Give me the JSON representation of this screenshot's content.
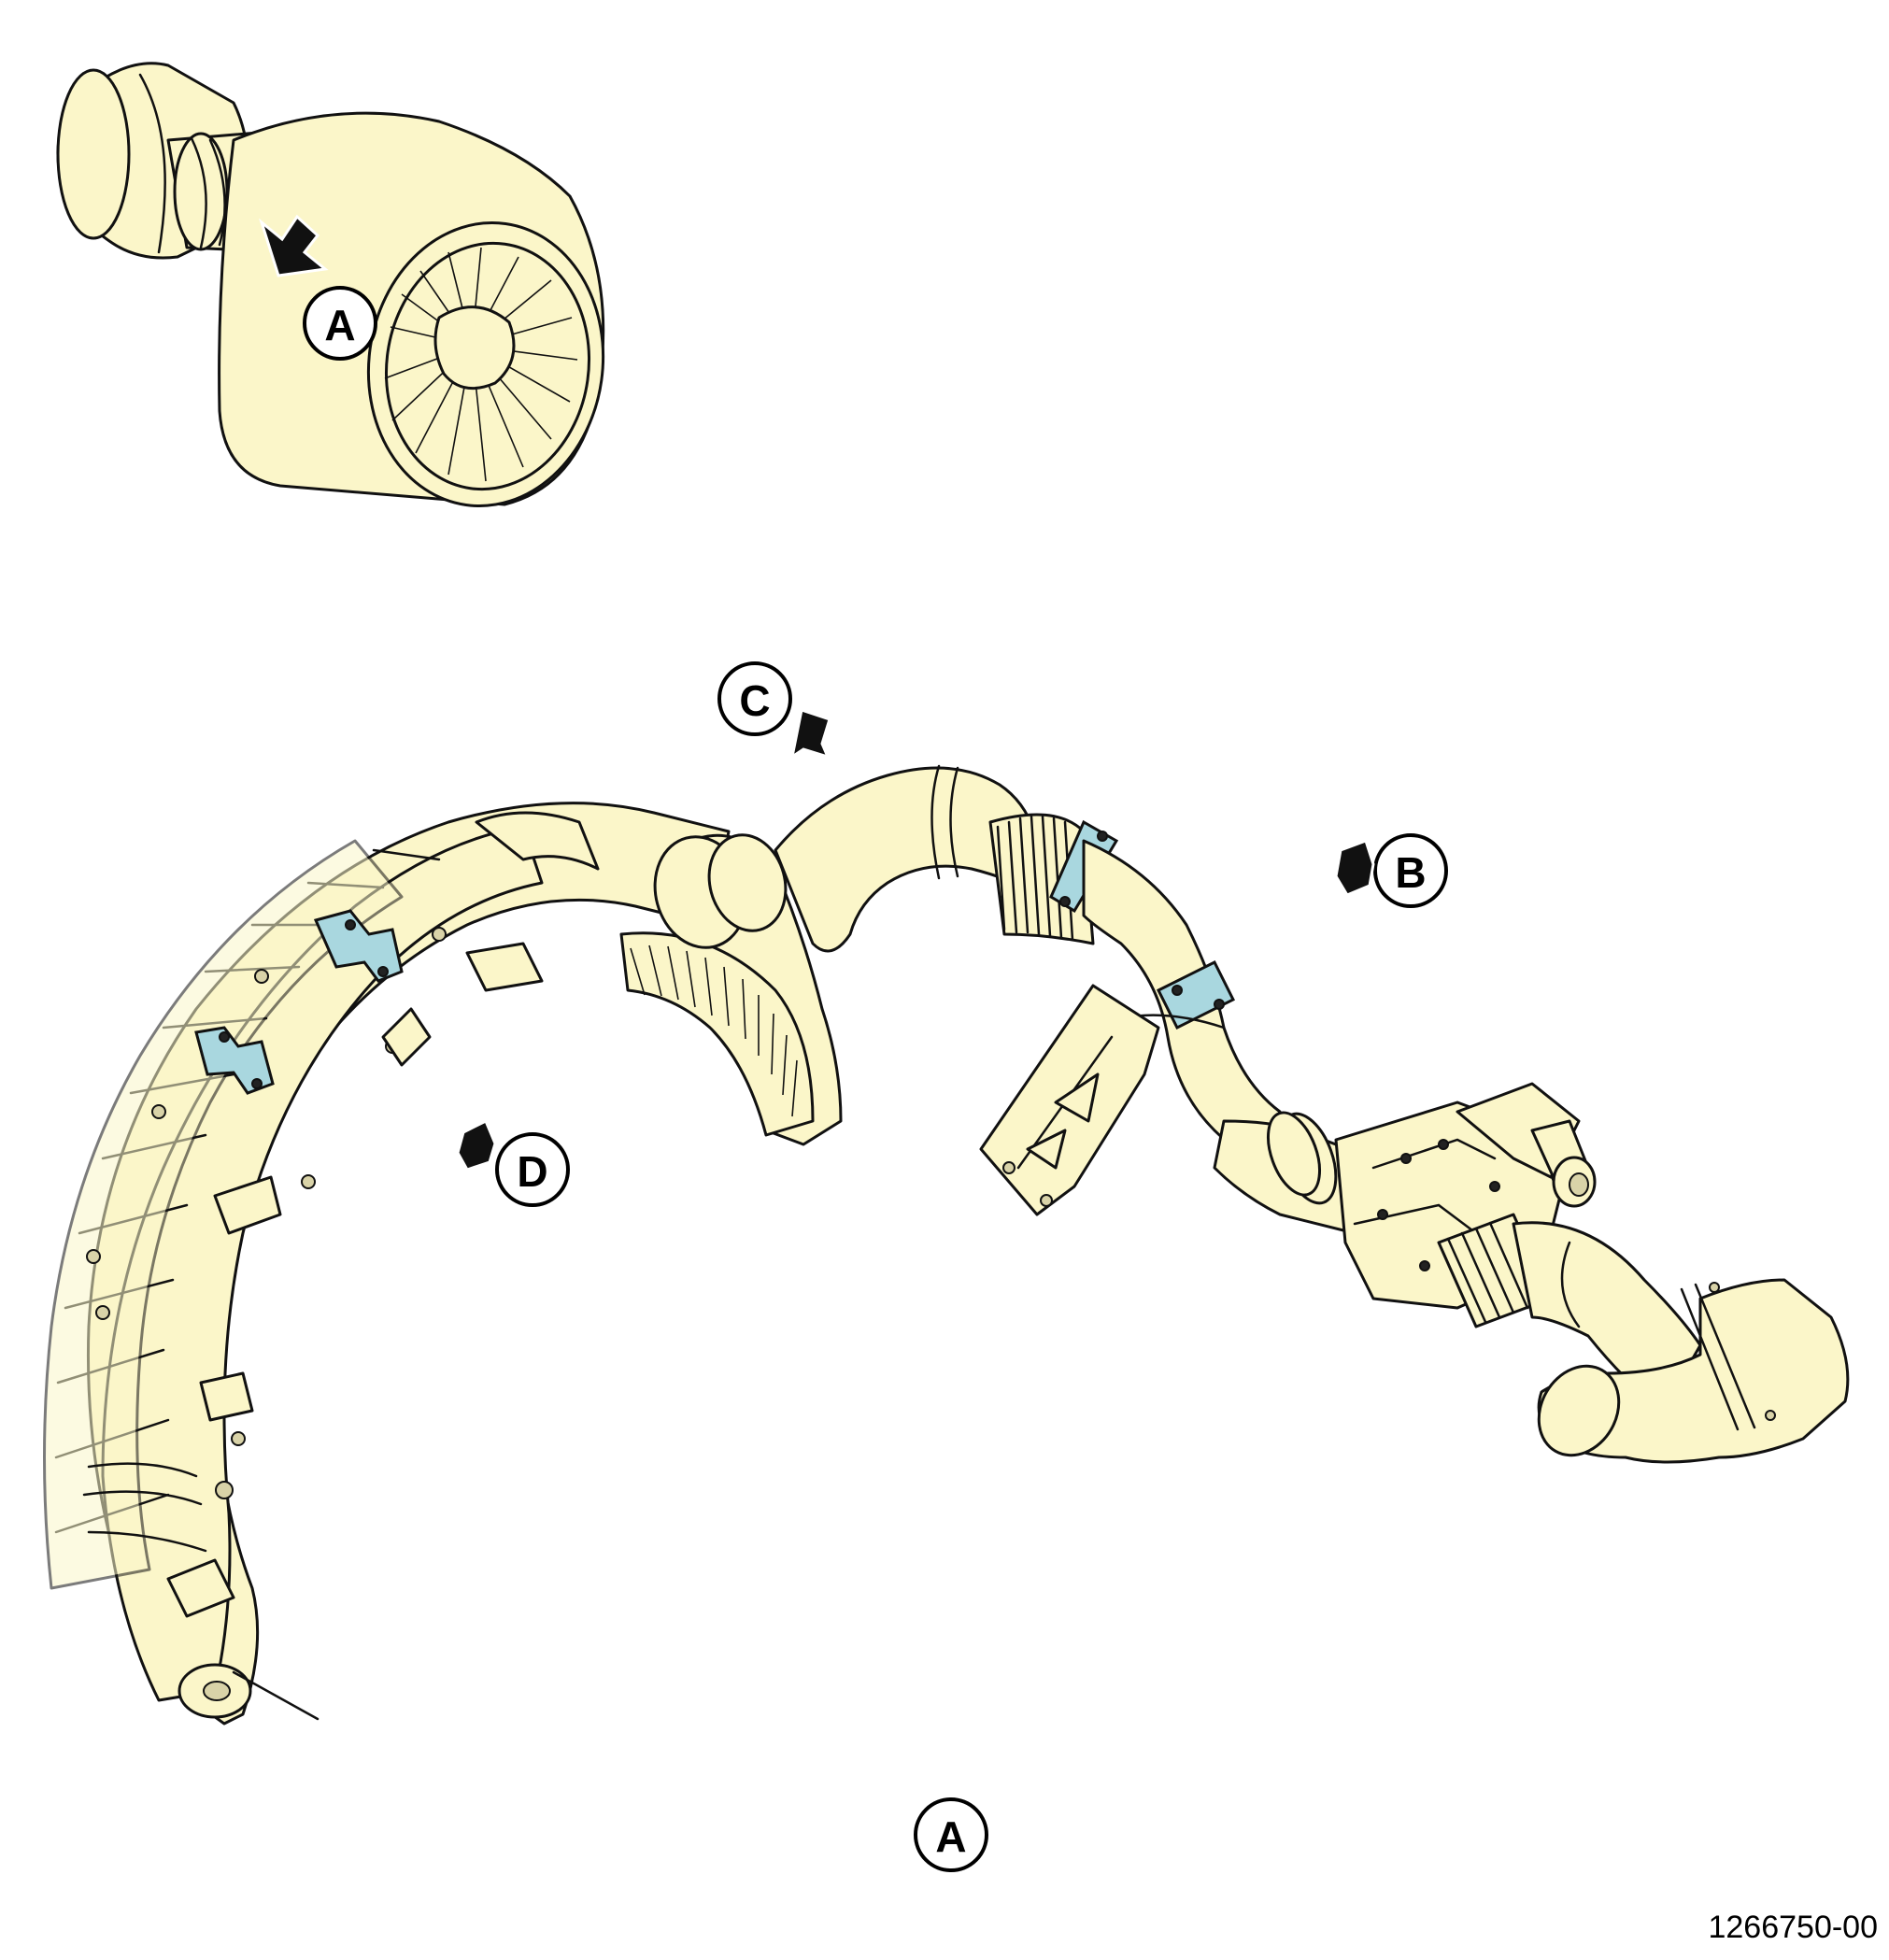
{
  "colors": {
    "part_fill": "#fbf6c9",
    "line": "#111111",
    "bracket_blue": "#a9d7df",
    "arrow": "#111111"
  },
  "callouts": {
    "engine_view": "A",
    "view_b": "B",
    "view_c": "C",
    "view_d": "D",
    "detail_label": "A"
  },
  "figure_number": "1266750-00"
}
